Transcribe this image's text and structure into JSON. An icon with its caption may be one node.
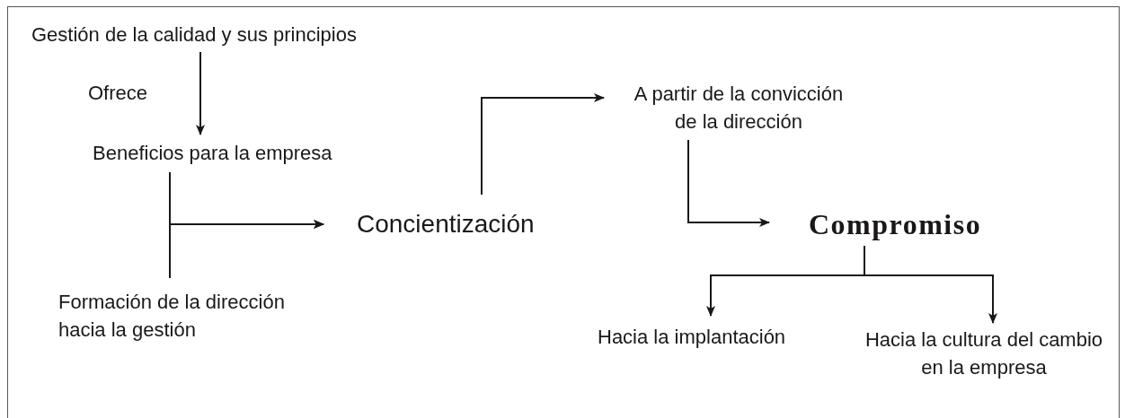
{
  "diagram": {
    "nodes": [
      {
        "text": [
          "Gestión de la calidad y sus principios"
        ]
      },
      {
        "text": [
          "Beneficios para la empresa"
        ]
      },
      {
        "text": [
          "Formación de la dirección hacia la gestión"
        ]
      },
      {
        "text": [
          "Concientización"
        ]
      },
      {
        "text": [
          "A partir de la convicción de la dirección"
        ]
      },
      {
        "text": [
          "Compromiso"
        ]
      },
      {
        "text": [
          "Hacia la implantación"
        ]
      },
      {
        "text": [
          "Hacia la cultura del cambio en la empresa"
        ]
      }
    ],
    "edges": [
      {
        "from": 0,
        "to": 1,
        "arrow": "to",
        "label": "Ofrece"
      },
      {
        "from": 1,
        "to": 3,
        "arrow": "to"
      },
      {
        "from": 2,
        "to": 3,
        "arrow": "to"
      },
      {
        "from": 3,
        "to": 4,
        "arrow": "to"
      },
      {
        "from": 4,
        "to": 5,
        "arrow": "to"
      },
      {
        "from": 5,
        "to": 6,
        "arrow": "to"
      },
      {
        "from": 5,
        "to": 7,
        "arrow": "to"
      }
    ]
  }
}
